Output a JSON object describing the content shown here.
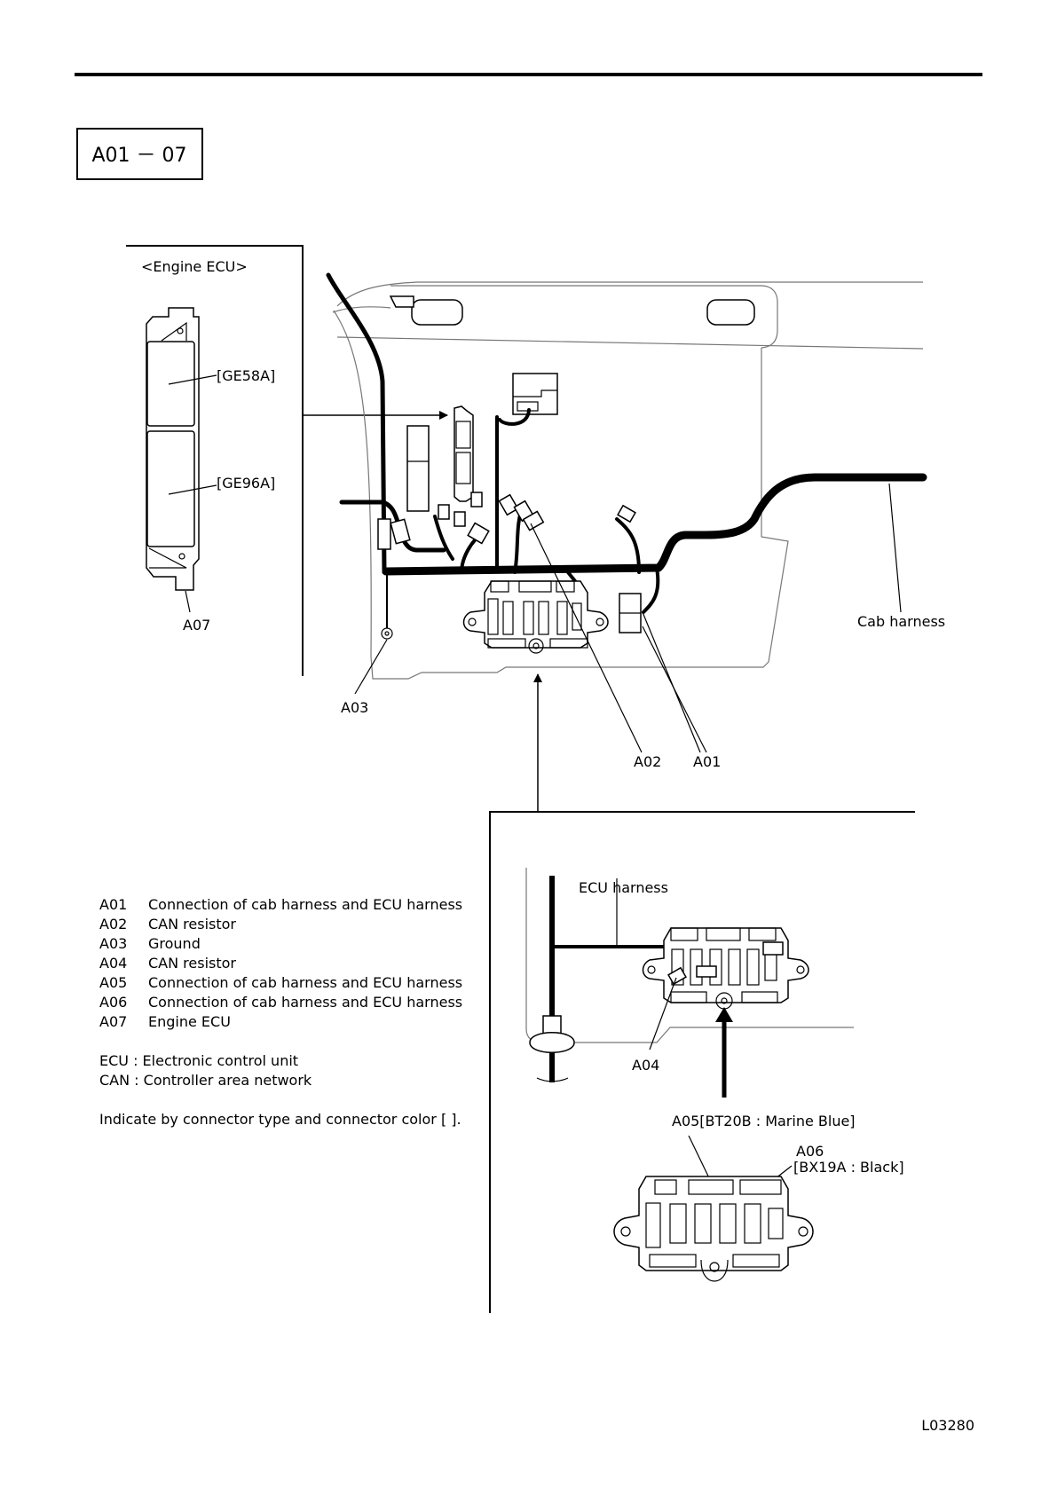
{
  "title_box": "A01 － 07",
  "inset_title": "<Engine ECU>",
  "ecu_connectors": {
    "upper": "[GE58A]",
    "lower": "[GE96A]",
    "ecu_ref": "A07"
  },
  "callouts": {
    "a03": "A03",
    "a02": "A02",
    "a01": "A01",
    "cab_harness": "Cab harness",
    "ecu_harness": "ECU harness",
    "a04": "A04",
    "a05": "A05[BT20B : Marine Blue]",
    "a06_code": "A06",
    "a06_detail": "[BX19A : Black]"
  },
  "legend": [
    {
      "code": "A01",
      "text": "Connection of cab harness and ECU harness"
    },
    {
      "code": "A02",
      "text": "CAN resistor"
    },
    {
      "code": "A03",
      "text": "Ground"
    },
    {
      "code": "A04",
      "text": "CAN resistor"
    },
    {
      "code": "A05",
      "text": "Connection of cab harness and ECU harness"
    },
    {
      "code": "A06",
      "text": "Connection of cab harness and ECU harness"
    },
    {
      "code": "A07",
      "text": "Engine ECU"
    }
  ],
  "abbreviations": [
    "ECU : Electronic control unit",
    "CAN : Controller area network"
  ],
  "note": "Indicate by connector type and connector color [   ].",
  "figure_id": "L03280"
}
